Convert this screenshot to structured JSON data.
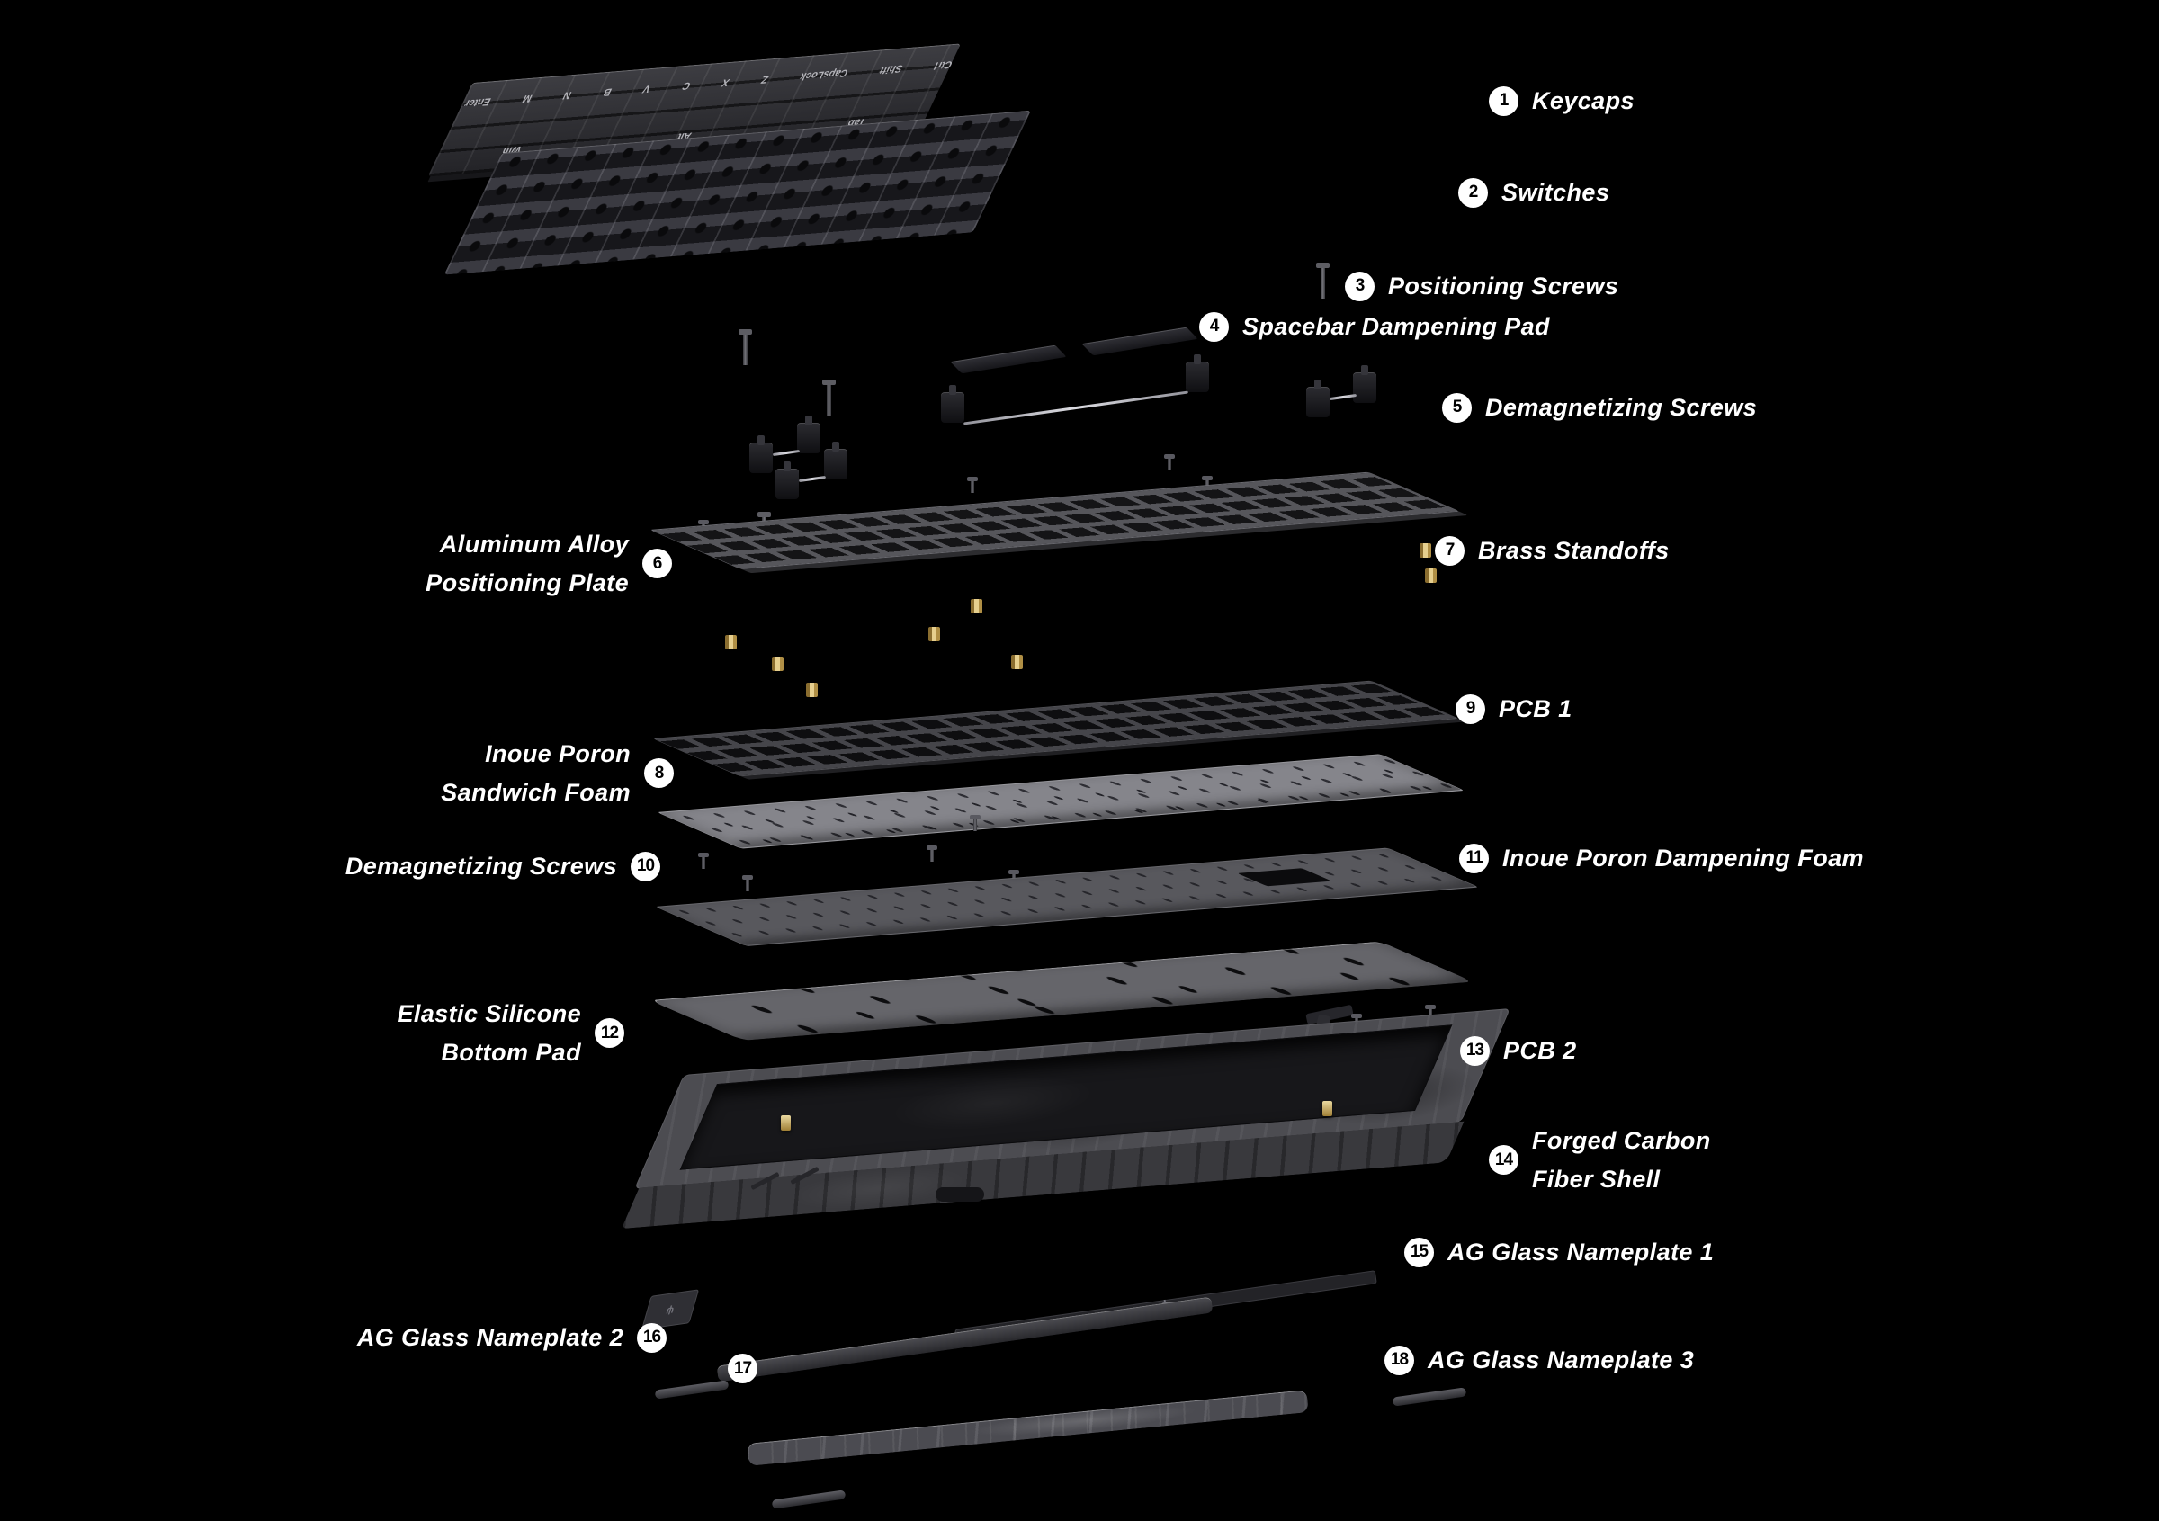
{
  "diagram": {
    "background": "#000000",
    "parts": [
      {
        "num": "1",
        "label": "Keycaps"
      },
      {
        "num": "2",
        "label": "Switches"
      },
      {
        "num": "3",
        "label": "Positioning Screws"
      },
      {
        "num": "4",
        "label": "Spacebar Dampening Pad"
      },
      {
        "num": "5",
        "label": "Demagnetizing Screws"
      },
      {
        "num": "6",
        "label": "Aluminum Alloy\nPositioning Plate"
      },
      {
        "num": "7",
        "label": "Brass Standoffs"
      },
      {
        "num": "8",
        "label": "Inoue Poron\nSandwich Foam"
      },
      {
        "num": "9",
        "label": "PCB 1"
      },
      {
        "num": "10",
        "label": "Demagnetizing Screws"
      },
      {
        "num": "11",
        "label": "Inoue Poron Dampening Foam"
      },
      {
        "num": "12",
        "label": "Elastic Silicone\nBottom Pad"
      },
      {
        "num": "13",
        "label": "PCB 2"
      },
      {
        "num": "14",
        "label": "Forged Carbon\nFiber Shell"
      },
      {
        "num": "15",
        "label": "AG Glass Nameplate 1"
      },
      {
        "num": "16",
        "label": "AG Glass Nameplate 2"
      },
      {
        "num": "17",
        "label": ""
      },
      {
        "num": "18",
        "label": "AG Glass Nameplate 3"
      }
    ],
    "keycap_legends": [
      "Enter",
      "M",
      "N",
      "B",
      "V",
      "C",
      "X",
      "Z",
      "CapsLock",
      "Shift",
      "Ctrl",
      "Win",
      "Alt",
      "Tab"
    ],
    "brand_glyph": "ψ",
    "colors": {
      "label_text": "#ffffff",
      "badge_bg": "#ffffff",
      "badge_number": "#000000",
      "brass": "#e6cf8e",
      "pcb_gray": "#85858b",
      "plate_gray": "#56565b"
    }
  }
}
